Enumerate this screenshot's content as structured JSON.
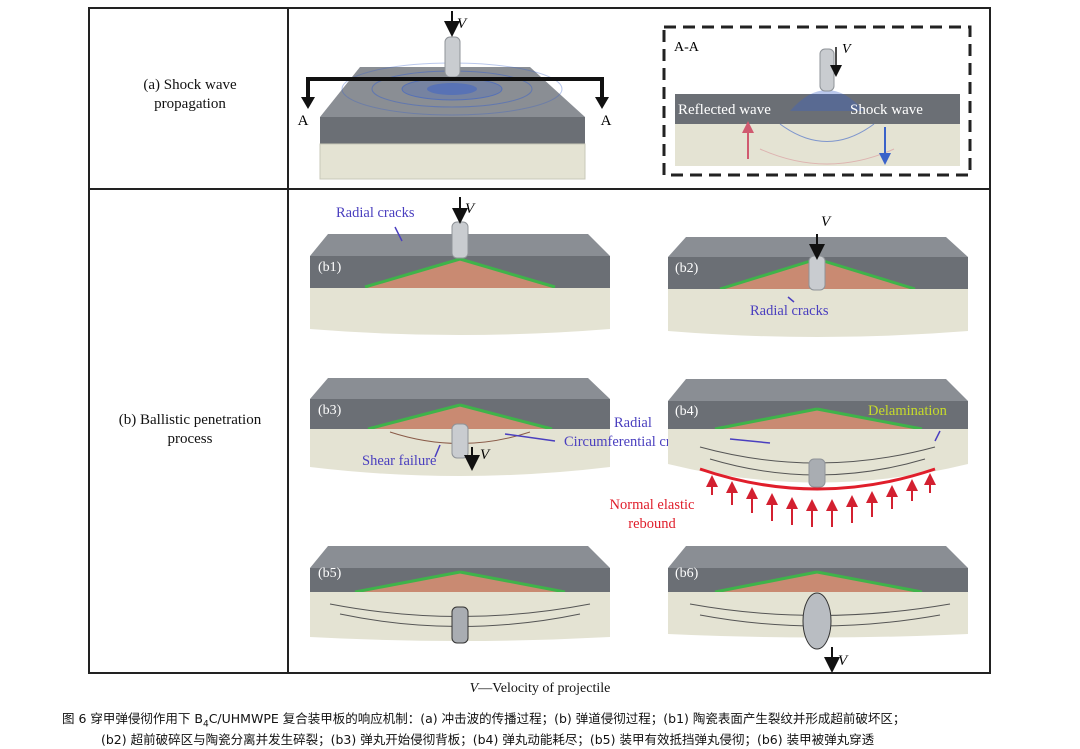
{
  "figure": {
    "row_a_label_1": "(a) Shock wave",
    "row_a_label_2": "propagation",
    "row_b_label_1": "(b) Ballistic penetration",
    "row_b_label_2": "process",
    "velocity_symbol": "V",
    "section_mark": "A",
    "section_title": "A-A",
    "reflected_wave": "Reflected wave",
    "shock_wave": "Shock wave",
    "radial_cracks": "Radial cracks",
    "radial": "Radial",
    "circumferential_cracks": "Circumferential cracks",
    "shear_failure": "Shear failure",
    "delamination": "Delamination",
    "normal_elastic_1": "Normal elastic",
    "normal_elastic_2": "rebound",
    "panels": [
      "(b1)",
      "(b2)",
      "(b3)",
      "(b4)",
      "(b5)",
      "(b6)"
    ]
  },
  "caption": {
    "velocity_suffix": "—Velocity of projectile",
    "line1_prefix": "图 6   穿甲弹侵彻作用下 B",
    "line1_sub": "4",
    "line1_rest": "C/UHMWPE 复合装甲板的响应机制：(a) 冲击波的传播过程；(b) 弹道侵彻过程；(b1) 陶瓷表面产生裂纹并形成超前破坏区；",
    "line2": "(b2) 超前破碎区与陶瓷分离并发生碎裂；(b3) 弹丸开始侵彻背板；(b4) 弹丸动能耗尽；(b5) 装甲有效抵挡弹丸侵彻；(b6) 装甲被弹丸穿透"
  },
  "colors": {
    "ceramic": "#6b6f75",
    "ceramic_top": "#8a8e94",
    "backing": "#e4e3d3",
    "crack_zone": "#c98a72",
    "cone_line": "#3fb34a",
    "wave_blue": "#3a62c9",
    "label_blue": "#4a3fbf",
    "label_red": "#e01e2b",
    "label_yellow": "#c7dc2a"
  }
}
